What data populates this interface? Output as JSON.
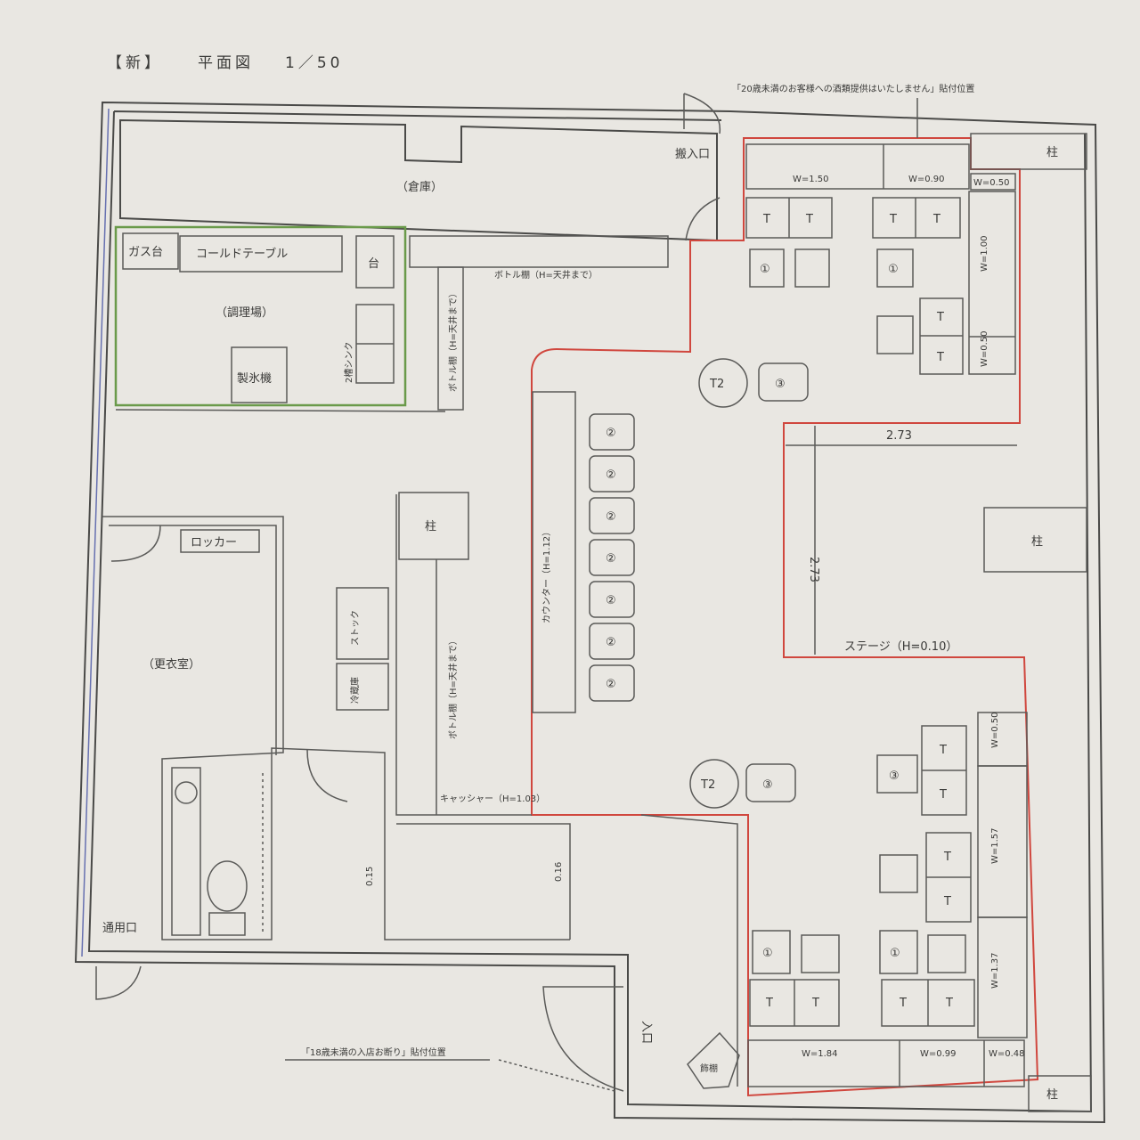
{
  "title": {
    "mark": "【新】",
    "name": "平面図",
    "scale": "1／50"
  },
  "notes": {
    "top": "「20歳未満のお客様への酒類提供はいたしません」貼付位置",
    "bottom": "「18歳未満の入店お断り」貼付位置"
  },
  "rooms": {
    "storage": "（倉庫）",
    "kitchen": "（調理場）",
    "locker_room": "（更衣室）",
    "stage": "ステージ（H=0.10）"
  },
  "fixtures": {
    "gas_stove": "ガス台",
    "cold_table": "コールドテーブル",
    "stand": "台",
    "sink": "2槽シンク",
    "ice_maker": "製氷機",
    "locker": "ロッカー",
    "stock": "ストック",
    "fridge": "冷蔵庫",
    "bottle_shelf_top": "ボトル棚（H=天井まで）",
    "bottle_shelf_side": "ボトル棚（H=天井まで）",
    "bottle_shelf_lower": "ボトル棚（H=天井まで）",
    "counter": "カウンター（H=1.12）",
    "cashier": "キャッシャー（H=1.03）",
    "display_shelf": "飾棚",
    "pillar": "柱"
  },
  "doors": {
    "delivery": "搬入口",
    "service": "通用口",
    "entrance": "入口"
  },
  "dimensions": {
    "stage_w": "2.73",
    "stage_h": "2.73",
    "top_sofa_1": "W=1.50",
    "top_sofa_2": "W=0.90",
    "top_sofa_3": "W=0.50",
    "right_sofa_1": "W=1.00",
    "right_sofa_2": "W=0.50",
    "lower_sofa_1": "W=0.50",
    "lower_sofa_2": "W=1.57",
    "lower_sofa_3": "W=1.37",
    "bottom_sofa_1": "W=1.84",
    "bottom_sofa_2": "W=0.99",
    "bottom_sofa_3": "W=0.48",
    "wall_1": "0.15",
    "wall_2": "0.16"
  },
  "seats": {
    "table": "T",
    "t2": "T2",
    "s1": "①",
    "s2": "②",
    "s3": "③"
  }
}
